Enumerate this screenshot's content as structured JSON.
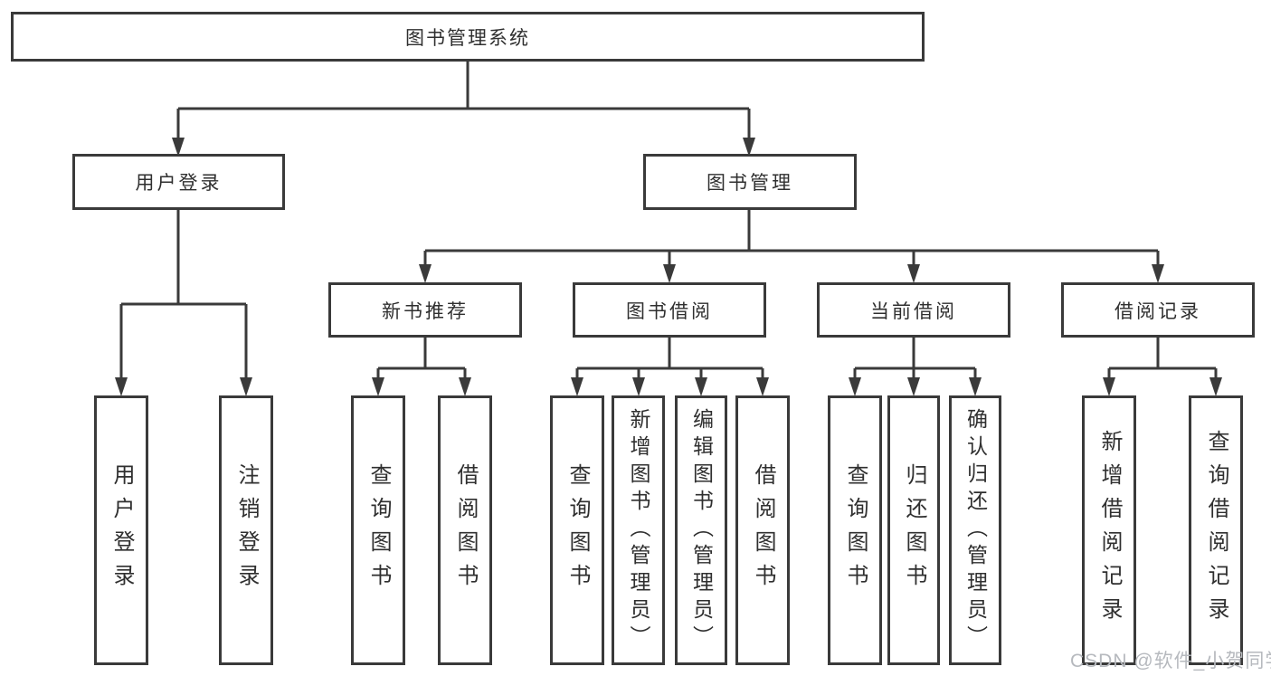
{
  "root": {
    "label": "图书管理系统"
  },
  "level2": [
    {
      "label": "用户登录"
    },
    {
      "label": "图书管理"
    }
  ],
  "level3": [
    {
      "label": "新书推荐"
    },
    {
      "label": "图书借阅"
    },
    {
      "label": "当前借阅"
    },
    {
      "label": "借阅记录"
    }
  ],
  "leaves": {
    "user_login": [
      {
        "label": "用户登录"
      },
      {
        "label": "注销登录"
      }
    ],
    "new_book_recommend": [
      {
        "label": "查询图书"
      },
      {
        "label": "借阅图书"
      }
    ],
    "book_borrowing": [
      {
        "label": "查询图书"
      },
      {
        "label": "新增图书（管理员）"
      },
      {
        "label": "编辑图书（管理员）"
      },
      {
        "label": "借阅图书"
      }
    ],
    "current_borrowing": [
      {
        "label": "查询图书"
      },
      {
        "label": "归还图书"
      },
      {
        "label": "确认归还（管理员）"
      }
    ],
    "borrowing_records": [
      {
        "label": "新增借阅记录"
      },
      {
        "label": "查询借阅记录"
      }
    ]
  },
  "watermark": {
    "text": "CSDN @软件_小贺同学"
  },
  "colors": {
    "line": "#3a3a3a",
    "text": "#2f2f2f",
    "background": "#ffffff",
    "watermark": "#b6b9be"
  }
}
